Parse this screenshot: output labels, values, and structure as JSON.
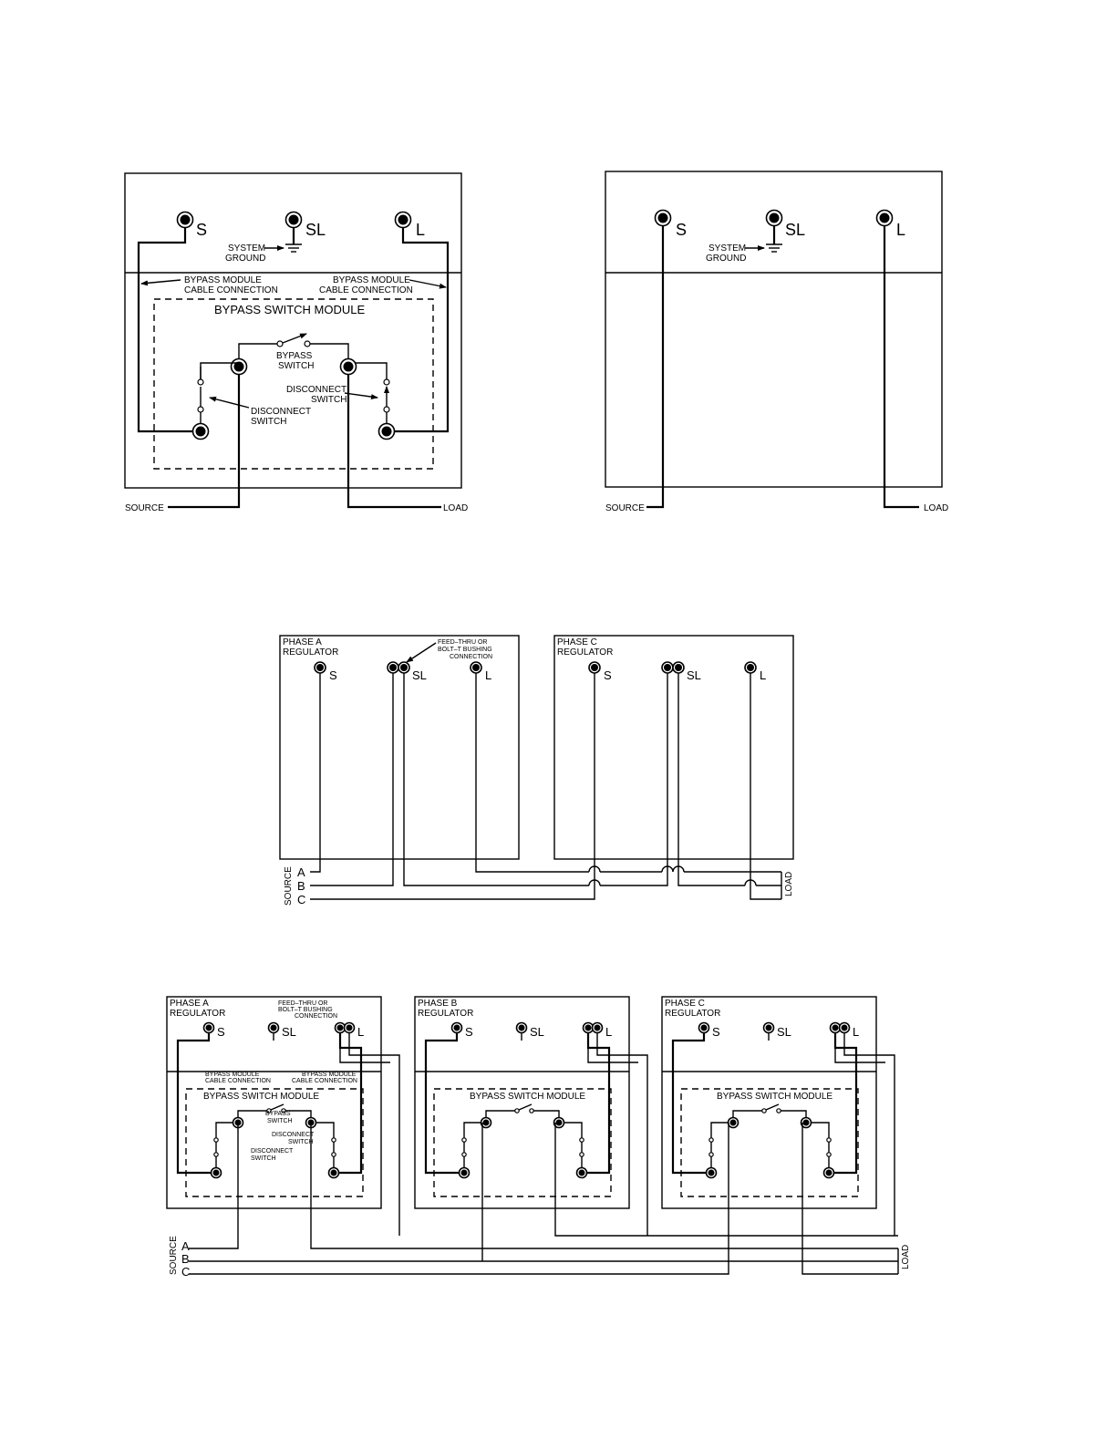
{
  "diagram1": {
    "terminals": {
      "s": "S",
      "sl": "SL",
      "l": "L"
    },
    "system_ground": [
      "SYSTEM",
      "GROUND"
    ],
    "bypass_cable_left": [
      "BYPASS  MODULE",
      "CABLE  CONNECTION"
    ],
    "bypass_cable_right": [
      "BYPASS  MODULE",
      "CABLE  CONNECTION"
    ],
    "module_title": "BYPASS  SWITCH  MODULE",
    "bypass_switch": [
      "BYPASS",
      "SWITCH"
    ],
    "disconnect_left": [
      "DISCONNECT",
      "SWITCH"
    ],
    "disconnect_right": [
      "DISCONNECT",
      "SWITCH"
    ],
    "source": "SOURCE",
    "load": "LOAD"
  },
  "diagram2": {
    "terminals": {
      "s": "S",
      "sl": "SL",
      "l": "L"
    },
    "system_ground": [
      "SYSTEM",
      "GROUND"
    ],
    "source": "SOURCE",
    "load": "LOAD"
  },
  "diagram3": {
    "phase_a": [
      "PHASE  A",
      "REGULATOR"
    ],
    "phase_c": [
      "PHASE  C",
      "REGULATOR"
    ],
    "feed_thru": [
      "FEED–THRU  OR",
      "BOLT–T  BUSHING",
      "CONNECTION"
    ],
    "terminals": {
      "s": "S",
      "sl": "SL",
      "l": "L"
    },
    "source": "SOURCE",
    "load": "LOAD",
    "phases": [
      "A",
      "B",
      "C"
    ]
  },
  "diagram4": {
    "phase_a": [
      "PHASE  A",
      "REGULATOR"
    ],
    "phase_b": [
      "PHASE  B",
      "REGULATOR"
    ],
    "phase_c": [
      "PHASE  C",
      "REGULATOR"
    ],
    "feed_thru": [
      "FEED–THRU  OR",
      "BOLT–T  BUSHING",
      "CONNECTION"
    ],
    "terminals": {
      "s": "S",
      "sl": "SL",
      "l": "L"
    },
    "bypass_cable_left": [
      "BYPASS  MODULE",
      "CABLE  CONNECTION"
    ],
    "bypass_cable_right": [
      "BYPASS  MODULE",
      "CABLE  CONNECTION"
    ],
    "module_title": "BYPASS  SWITCH  MODULE",
    "bypass_switch": [
      "BYPASS",
      "SWITCH"
    ],
    "disconnect_left": [
      "DISCONNECT",
      "SWITCH"
    ],
    "disconnect_right": [
      "DISCONNECT",
      "SWITCH"
    ],
    "source": "SOURCE",
    "load": "LOAD",
    "phases": [
      "A",
      "B",
      "C"
    ]
  }
}
